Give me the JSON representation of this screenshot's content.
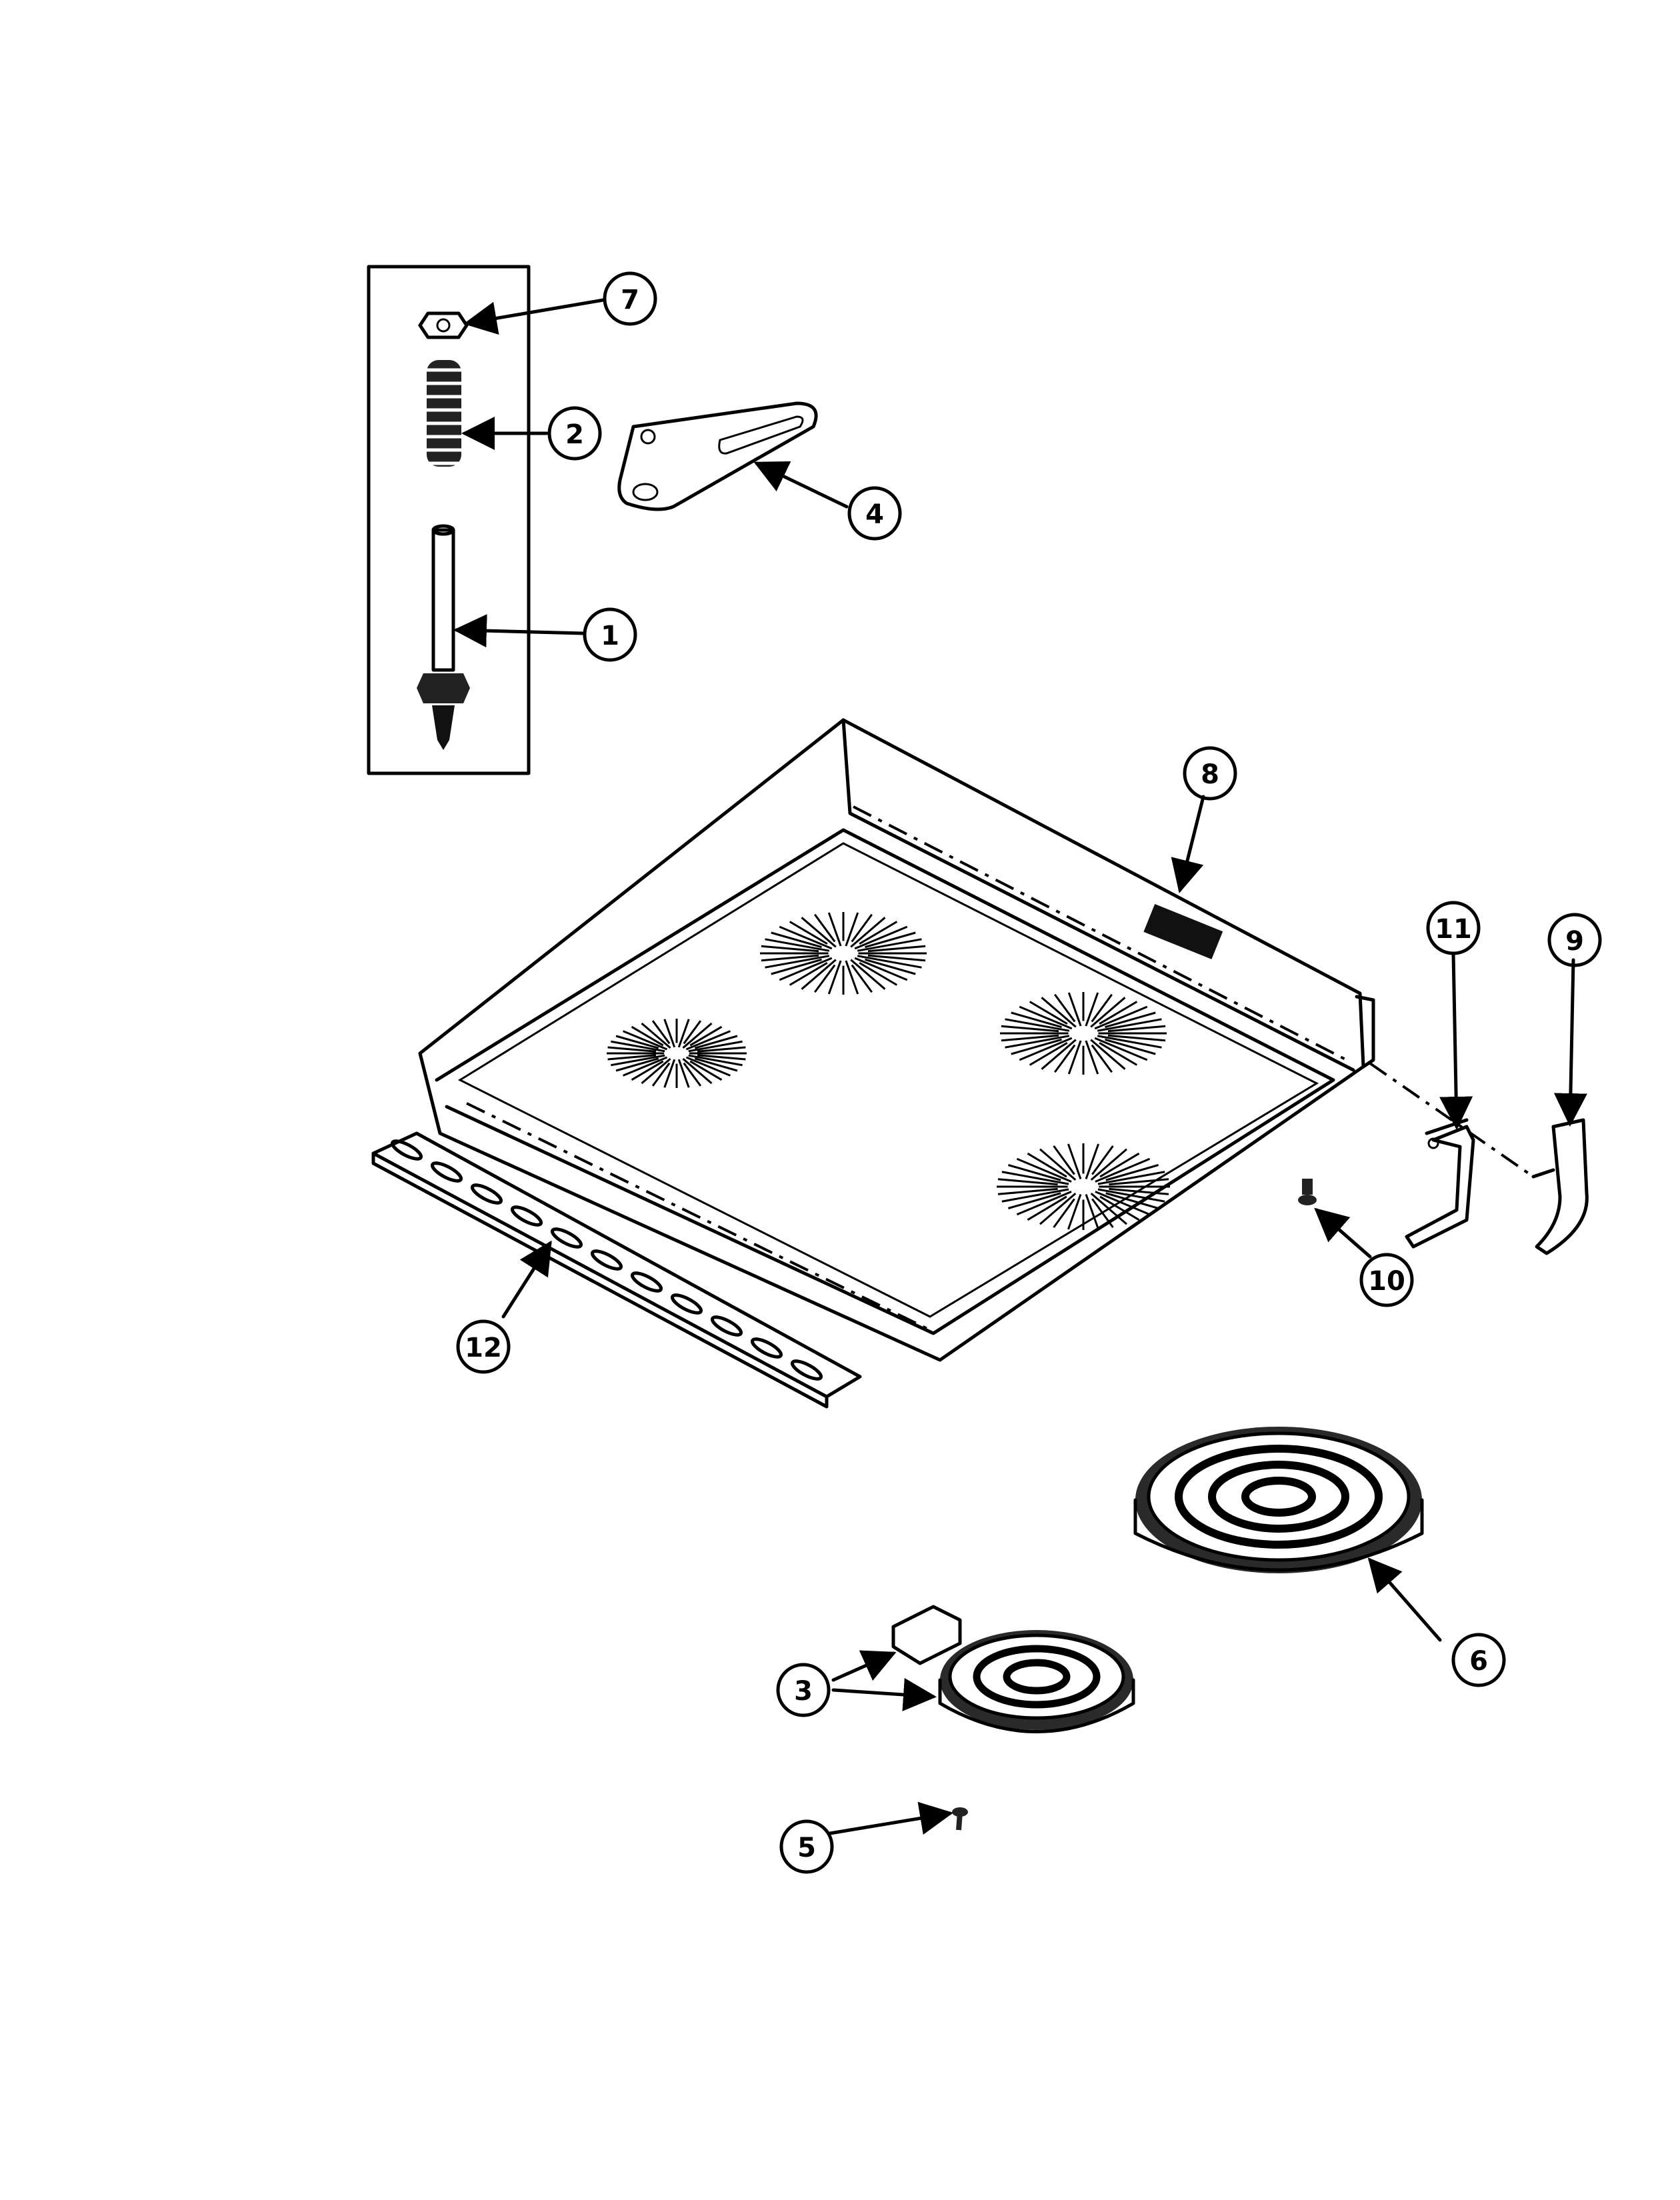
{
  "callouts": {
    "c1": "1",
    "c2": "2",
    "c3": "3",
    "c4": "4",
    "c5": "5",
    "c6": "6",
    "c7": "7",
    "c8": "8",
    "c9": "9",
    "c10": "10",
    "c11": "11",
    "c12": "12"
  },
  "icons": {
    "stud": "threaded-stud-icon",
    "spring": "coil-spring-icon",
    "nut": "hex-nut-icon",
    "bracket": "mounting-bracket-icon",
    "cooktop": "cooktop-panel-icon",
    "trim": "vented-trim-strip-icon",
    "element_small": "small-surface-element-icon",
    "element_large": "large-surface-element-icon",
    "screw": "screw-icon"
  }
}
